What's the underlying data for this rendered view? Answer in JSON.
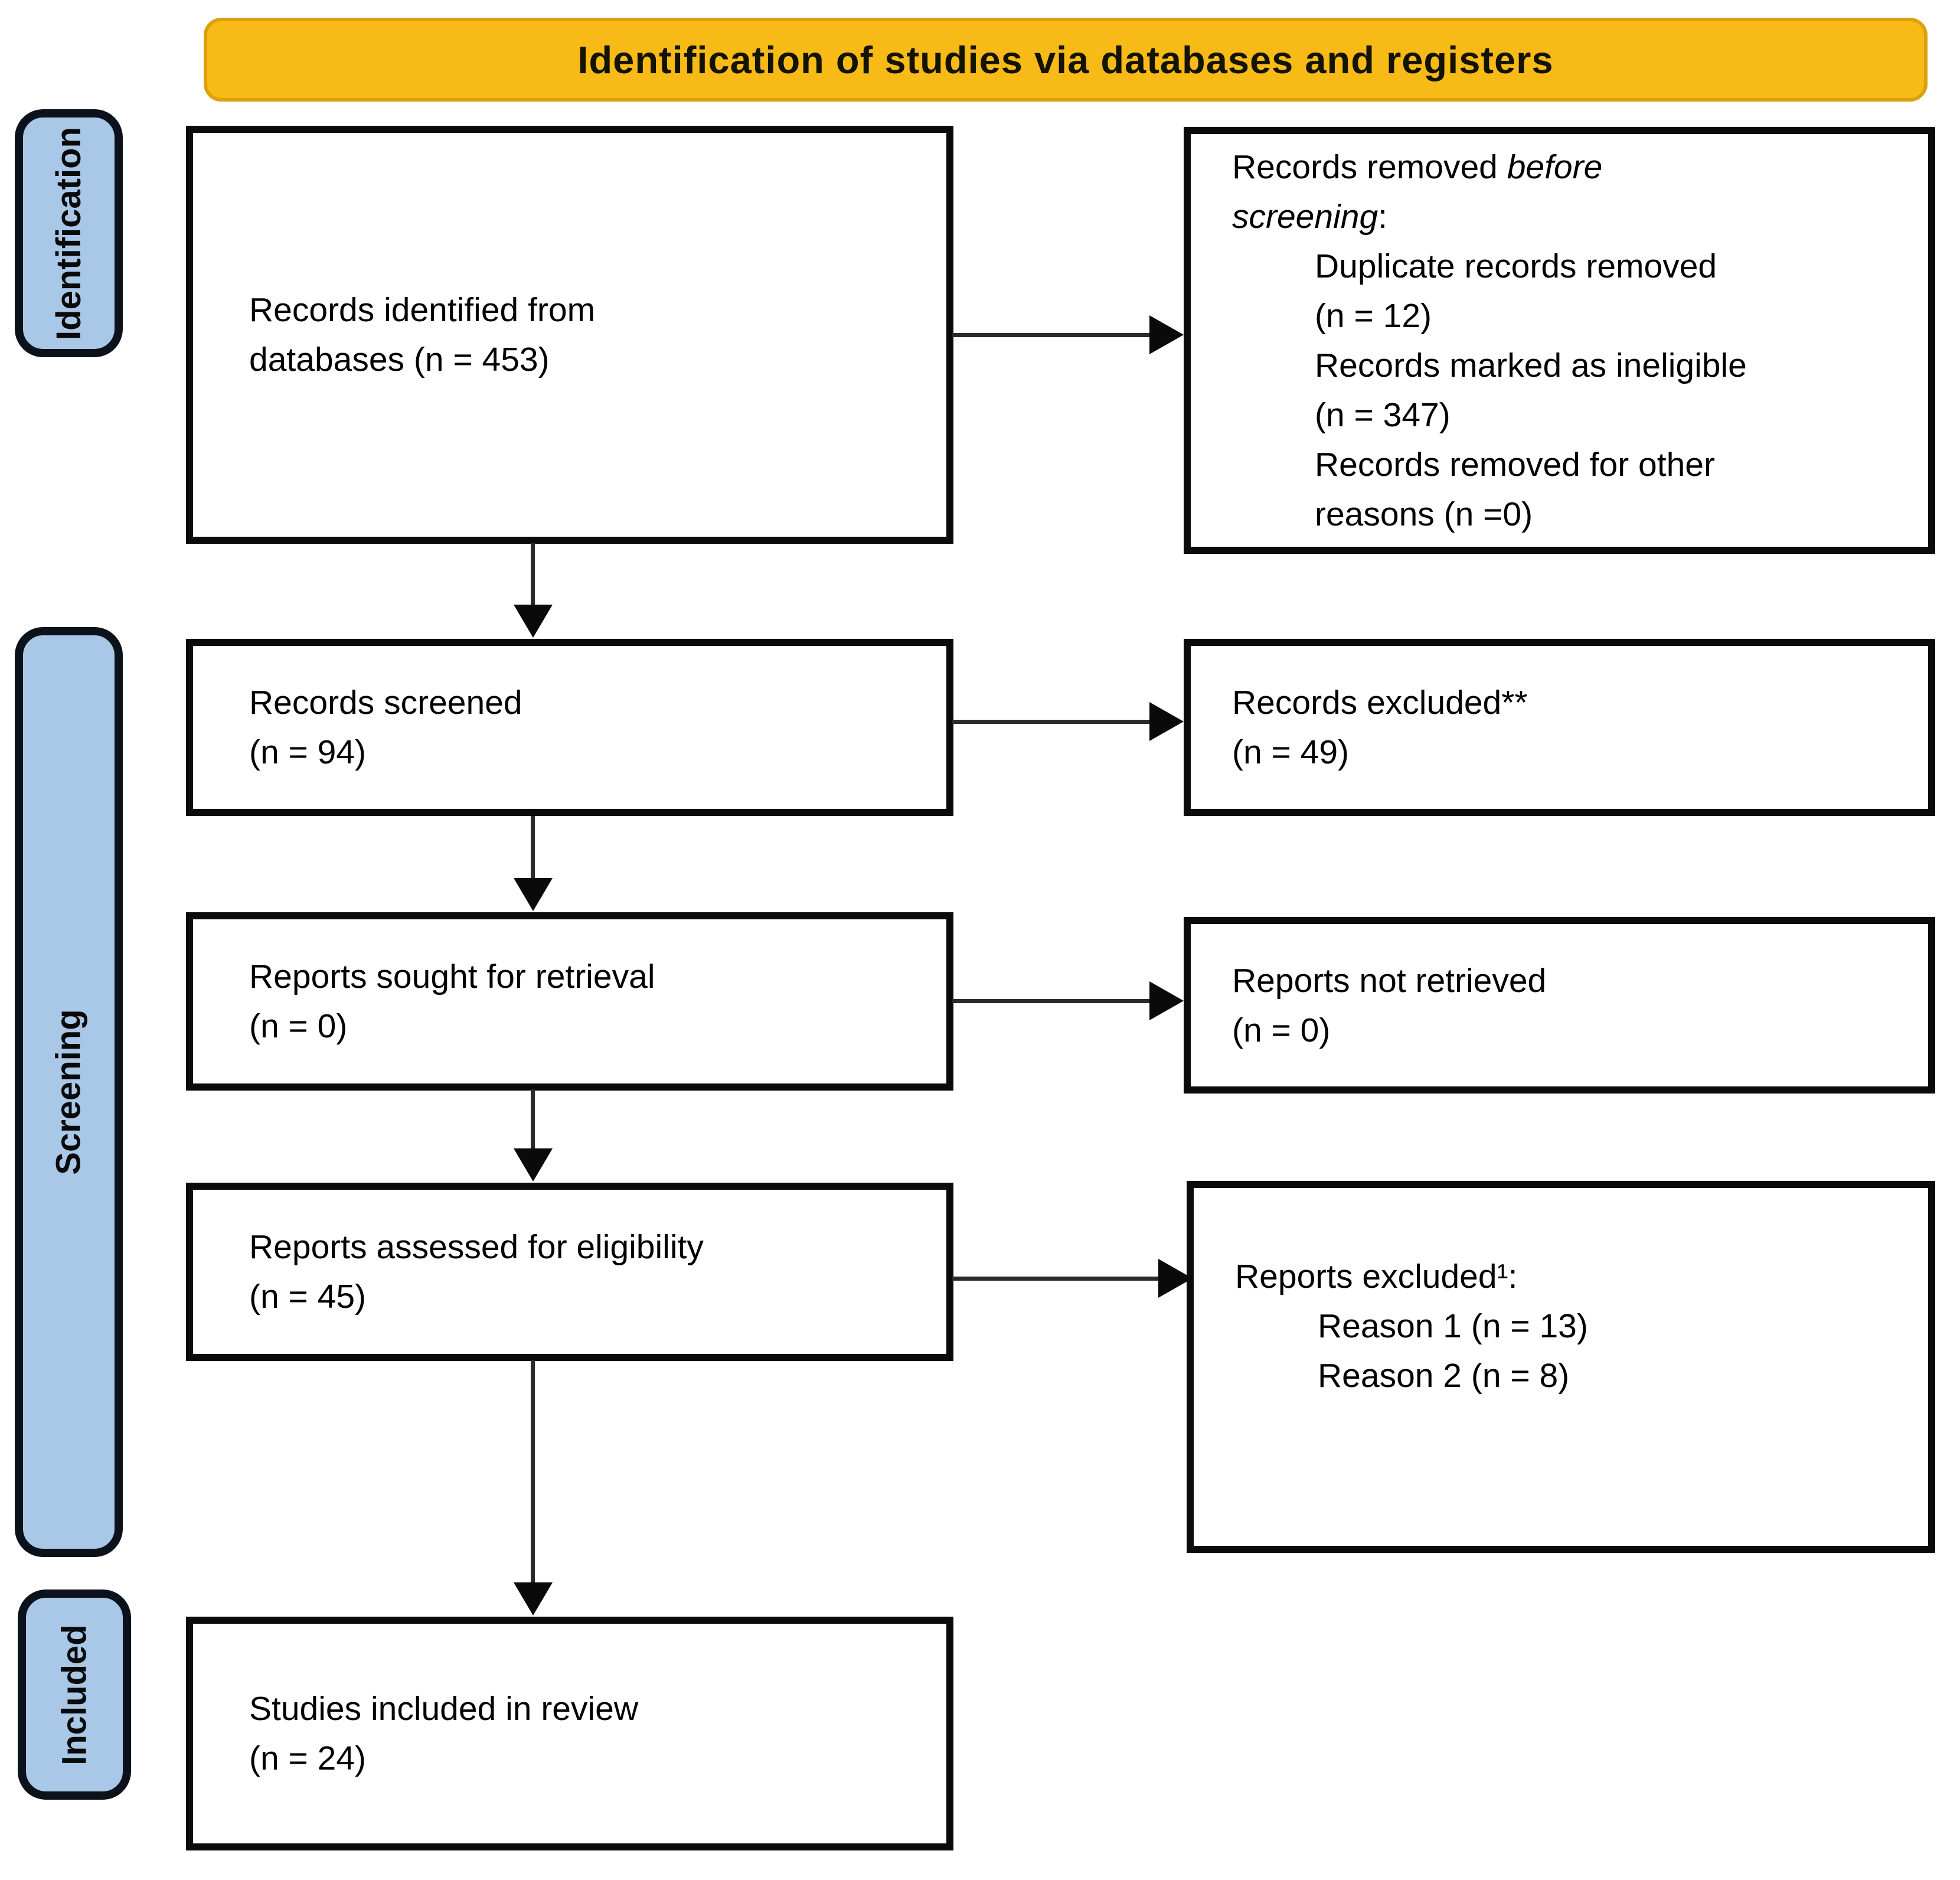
{
  "header": {
    "title": "Identification of studies via databases and registers"
  },
  "stages": [
    {
      "label": "Identification"
    },
    {
      "label": "Screening"
    },
    {
      "label": "Included"
    }
  ],
  "main_flow": [
    {
      "line1": "Records identified from",
      "line2": "databases (n = 453)"
    },
    {
      "line1": "Records screened",
      "line2": "(n = 94)"
    },
    {
      "line1": "Reports sought for retrieval",
      "line2": "(n = 0)"
    },
    {
      "line1": "Reports assessed for eligibility",
      "line2": "(n = 45)"
    },
    {
      "line1": "Studies included in review",
      "line2": "(n = 24)"
    }
  ],
  "side_flow": {
    "removed_before_screening": {
      "title_line1_normal": "Records removed ",
      "title_line1_italic": "before",
      "title_line2_italic": "screening",
      "title_line2_normal": ":",
      "items": [
        {
          "line1": "Duplicate records removed",
          "line2": "(n = 12)"
        },
        {
          "line1": "Records marked as ineligible",
          "line2": "(n = 347)"
        },
        {
          "line1": "Records removed for other",
          "line2": "reasons (n =0)"
        }
      ]
    },
    "records_excluded": {
      "line1": "Records excluded**",
      "line2": "(n = 49)"
    },
    "reports_not_retrieved": {
      "line1": "Reports not retrieved",
      "line2": "(n = 0)"
    },
    "reports_excluded": {
      "title": "Reports excluded¹:",
      "items": [
        {
          "text": "Reason 1 (n = 13)"
        },
        {
          "text": "Reason 2 (n = 8)"
        }
      ]
    }
  },
  "colors": {
    "banner_bg": "#F8BA17",
    "banner_border": "#DCA00C",
    "stage_bg": "#A9C7E6",
    "box_border": "#0B0B0B",
    "arrow": "#2B2B2B"
  }
}
